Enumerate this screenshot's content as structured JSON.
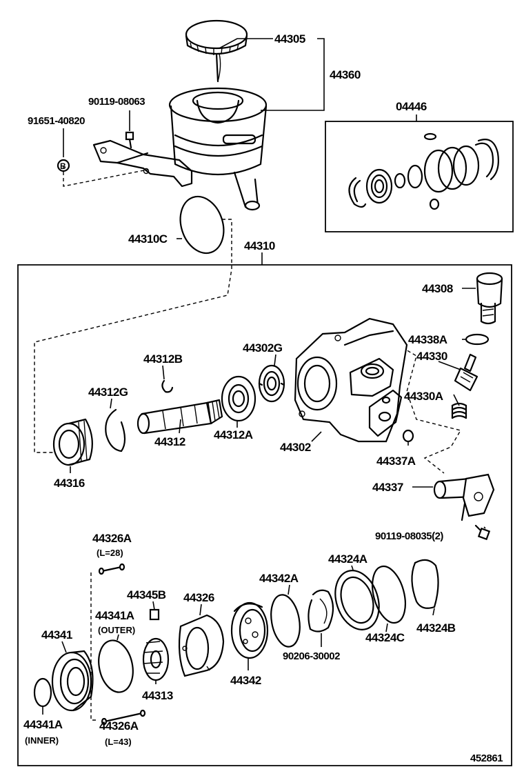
{
  "labels": {
    "p44305": "44305",
    "p44360": "44360",
    "p90119_08063": "90119-08063",
    "p91651_40820": "91651-40820",
    "b_marker": "B",
    "p04446": "04446",
    "p44310C": "44310C",
    "p44310": "44310",
    "p44308": "44308",
    "p44338A": "44338A",
    "p44330": "44330",
    "p44330A": "44330A",
    "p44312B": "44312B",
    "p44302G": "44302G",
    "p44312G": "44312G",
    "p44312": "44312",
    "p44312A": "44312A",
    "p44302": "44302",
    "p44316": "44316",
    "p44337A": "44337A",
    "p44337": "44337",
    "p90119_08035": "90119-08035(2)",
    "p44326A_top": "44326A",
    "p44326A_top_len": "(L=28)",
    "p44324A": "44324A",
    "p44342A": "44342A",
    "p44345B": "44345B",
    "p44326": "44326",
    "p44341A_outer": "44341A",
    "p44341A_outer_note": "(OUTER)",
    "p44341": "44341",
    "p44324C": "44324C",
    "p44324B": "44324B",
    "p90206_30002": "90206-30002",
    "p44313": "44313",
    "p44342": "44342",
    "p44341A_inner": "44341A",
    "p44341A_inner_note": "(INNER)",
    "p44326A_bot": "44326A",
    "p44326A_bot_len": "(L=43)",
    "figure_id": "452861"
  }
}
